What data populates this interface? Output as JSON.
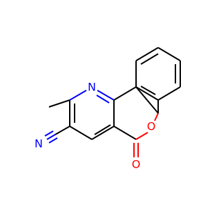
{
  "atoms": {
    "ring_nitrogen": {
      "symbol": "N",
      "color": "#0000ff"
    },
    "nitrile_nitrogen": {
      "symbol": "N",
      "color": "#0000ff"
    },
    "ring_oxygen": {
      "symbol": "O",
      "color": "#ff0000"
    },
    "carbonyl_oxygen": {
      "symbol": "O",
      "color": "#ff0000"
    }
  },
  "colors": {
    "bond": "#000000",
    "nitrogen": "#0000ff",
    "oxygen": "#ff0000",
    "background": "#ffffff"
  }
}
